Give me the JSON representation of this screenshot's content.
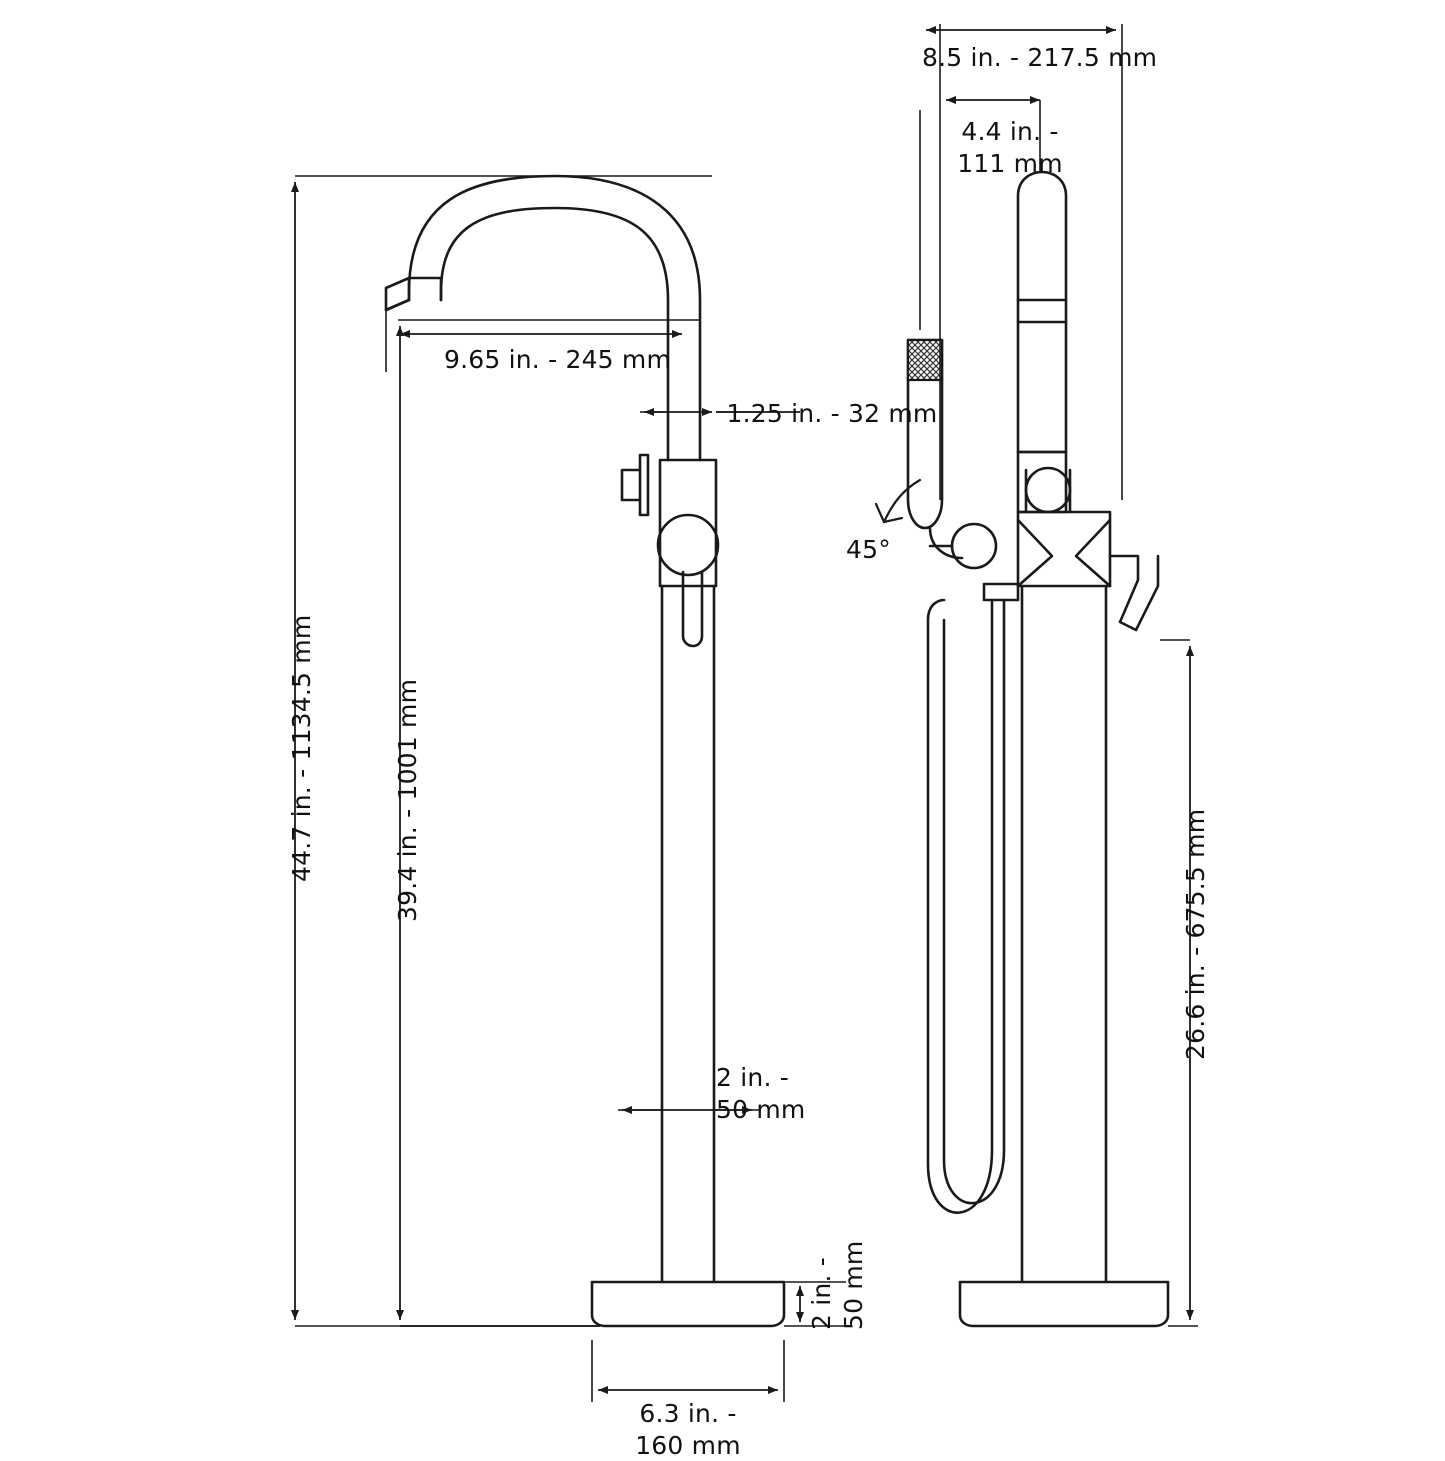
{
  "title": "Floor mounted tub filler faucet dimension drawing",
  "views": [
    {
      "name": "front-view",
      "label": ""
    },
    {
      "name": "side-view",
      "label": ""
    }
  ],
  "dimensions": {
    "reach": "9.65 in. - 245 mm",
    "spout_diameter": "1.25 in. - 32 mm",
    "overall_height": "44.7 in. - 1134.5 mm",
    "spout_height": "39.4 in. - 1001 mm",
    "riser_diameter_line1": "2 in. -",
    "riser_diameter_line2": "50 mm",
    "base_height_line1": "2 in. -",
    "base_height_line2": "50 mm",
    "base_width_line1": "6.3 in. -",
    "base_width_line2": "160 mm",
    "side_overall_width": "8.5 in. - 217.5 mm",
    "handshower_offset_line1": "4.4 in. -",
    "handshower_offset_line2": "111 mm",
    "handle_height": "26.6 in. - 675.5 mm",
    "swivel_angle": "45°"
  },
  "colors": {
    "line": "#1a1a1a",
    "background": "#ffffff",
    "hatch": "#333333"
  }
}
